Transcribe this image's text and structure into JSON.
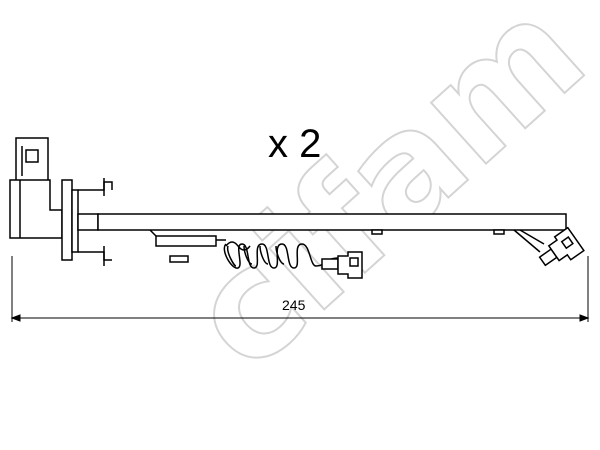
{
  "quantity_label": "x 2",
  "dimension": {
    "value": "245"
  },
  "watermark": {
    "text": "cifam",
    "color": "#d0d0d0"
  },
  "colors": {
    "line": "#000000",
    "background": "#ffffff"
  },
  "icons": {
    "sensor_connector": "plug-connector-icon",
    "terminal_a": "terminal-clip-icon",
    "terminal_b": "terminal-clip-icon"
  }
}
